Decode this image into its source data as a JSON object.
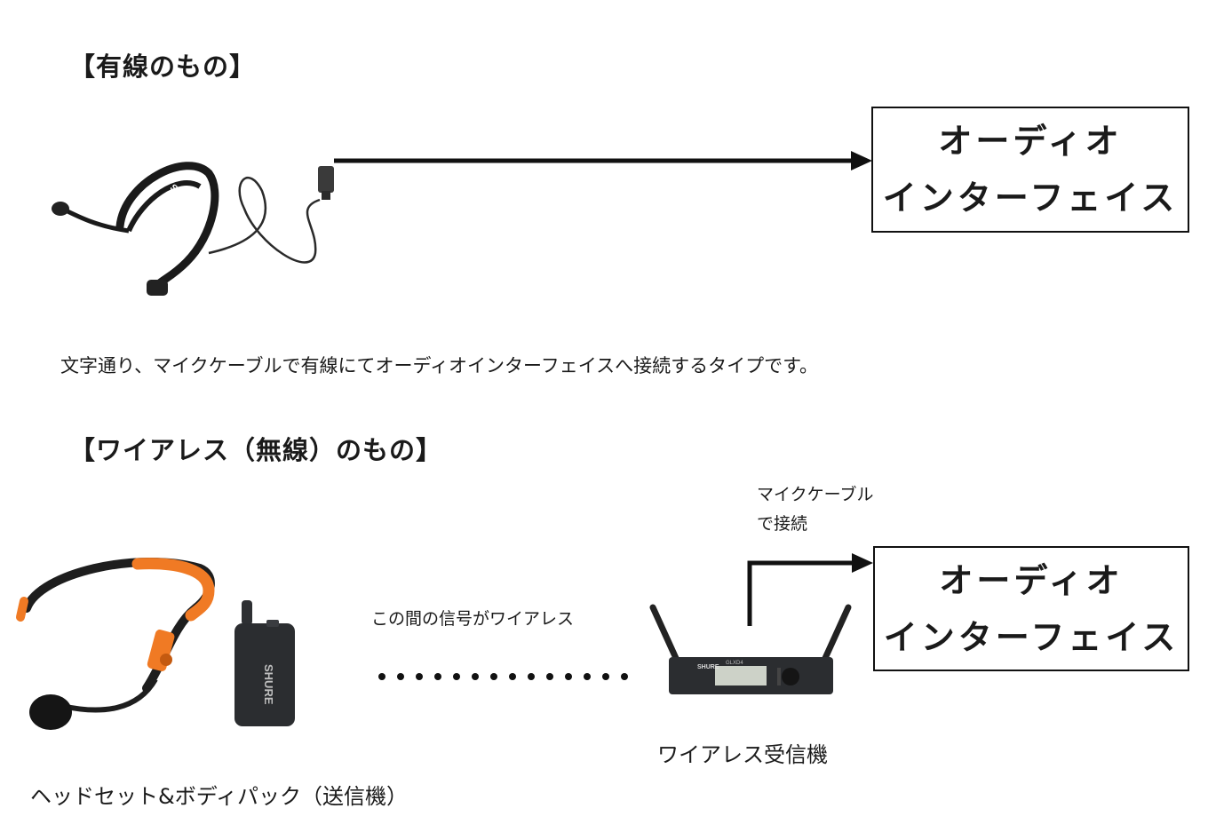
{
  "wired": {
    "heading": "【有線のもの】",
    "description": "文字通り、マイクケーブルで有線にてオーディオインターフェイスへ接続するタイプです。",
    "interface_box": {
      "line1": "オーディオ",
      "line2": "インターフェイス"
    },
    "headset_brand": "SHURE"
  },
  "wireless": {
    "heading": "【ワイアレス（無線）のもの】",
    "cable_label_line1": "マイクケーブル",
    "cable_label_line2": "で接続",
    "signal_label": "この間の信号がワイアレス",
    "receiver_caption": "ワイアレス受信機",
    "headset_caption": "ヘッドセット&ボディパック（送信機）",
    "interface_box": {
      "line1": "オーディオ",
      "line2": "インターフェイス"
    },
    "bodypack_brand": "SHURE",
    "receiver_brand": "SHURE",
    "receiver_model": "GLXD4"
  },
  "colors": {
    "ink": "#111111",
    "accent_orange": "#f07a24",
    "device_dark": "#2b2d30"
  }
}
